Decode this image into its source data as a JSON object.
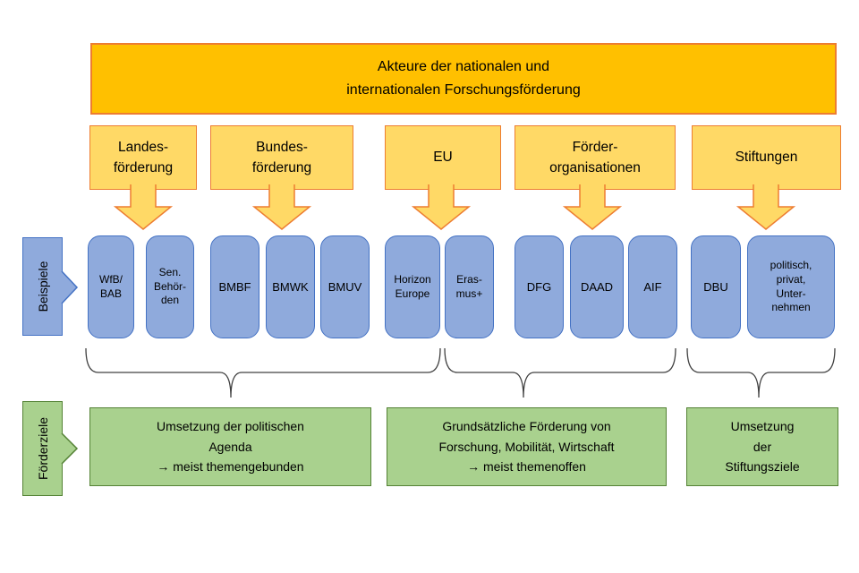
{
  "banner": {
    "text": "Akteure der nationalen und\ninternationalen Forschungsförderung"
  },
  "side_labels": {
    "examples": "Beispiele",
    "goals": "Förderziele"
  },
  "categories": [
    {
      "label": "Landes-\nförderung"
    },
    {
      "label": "Bundes-\nförderung"
    },
    {
      "label": "EU"
    },
    {
      "label": "Förder-\norganisationen"
    },
    {
      "label": "Stiftungen"
    }
  ],
  "examples": [
    {
      "label": "WfB/\nBAB"
    },
    {
      "label": "Sen.\nBehör-\nden"
    },
    {
      "label": "BMBF"
    },
    {
      "label": "BMWK"
    },
    {
      "label": "BMUV"
    },
    {
      "label": "Horizon\nEurope"
    },
    {
      "label": "Eras-\nmus+"
    },
    {
      "label": "DFG"
    },
    {
      "label": "DAAD"
    },
    {
      "label": "AIF"
    },
    {
      "label": "DBU"
    },
    {
      "label": "politisch,\nprivat,\nUnter-\nnehmen"
    }
  ],
  "goals": [
    {
      "label": "Umsetzung der politischen\nAgenda\n→ meist themengebunden"
    },
    {
      "label": "Grundsätzliche Förderung von\nForschung, Mobilität, Wirtschaft\n→ meist themenoffen"
    },
    {
      "label": "Umsetzung\nder\nStiftungsziele"
    }
  ],
  "colors": {
    "banner_fill": "#FFC000",
    "category_fill": "#FFD966",
    "orange_border": "#ED7D31",
    "example_fill": "#8FAADC",
    "example_border": "#4472C4",
    "goal_fill": "#A9D18E",
    "goal_border": "#548235",
    "brace_stroke": "#404040"
  }
}
